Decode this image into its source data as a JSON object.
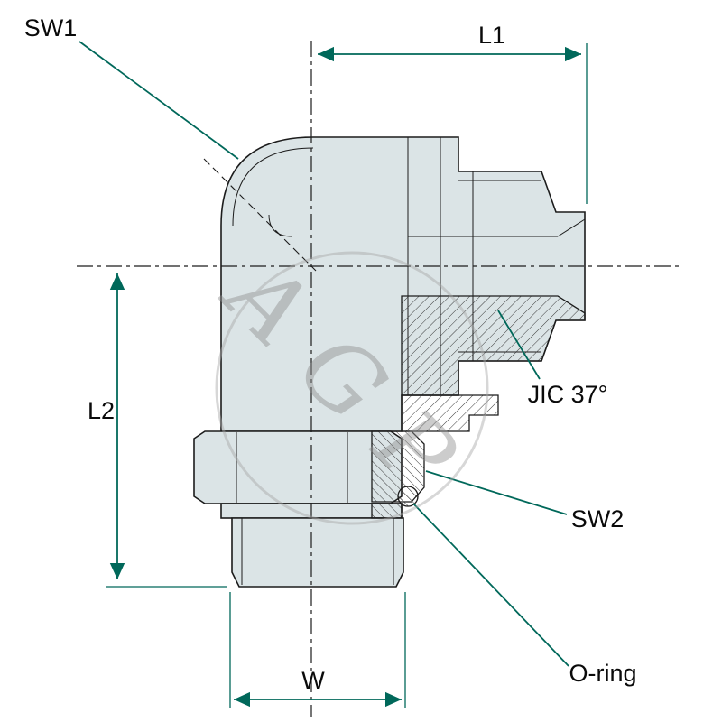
{
  "diagram": {
    "subject": "90-degree adjustable elbow hydraulic adapter fitting, sectioned technical drawing",
    "watermark": "AGP",
    "labels": {
      "sw1": "SW1",
      "l1": "L1",
      "l2": "L2",
      "w": "W",
      "sw2": "SW2",
      "jic": "JIC 37°",
      "oring": "O-ring"
    },
    "colors": {
      "annotation_teal": "#00685a",
      "body_fill": "#dbe4e6",
      "outline": "#1c1c1c",
      "watermark_gray": "#8f8f8f",
      "background": "#ffffff"
    }
  }
}
